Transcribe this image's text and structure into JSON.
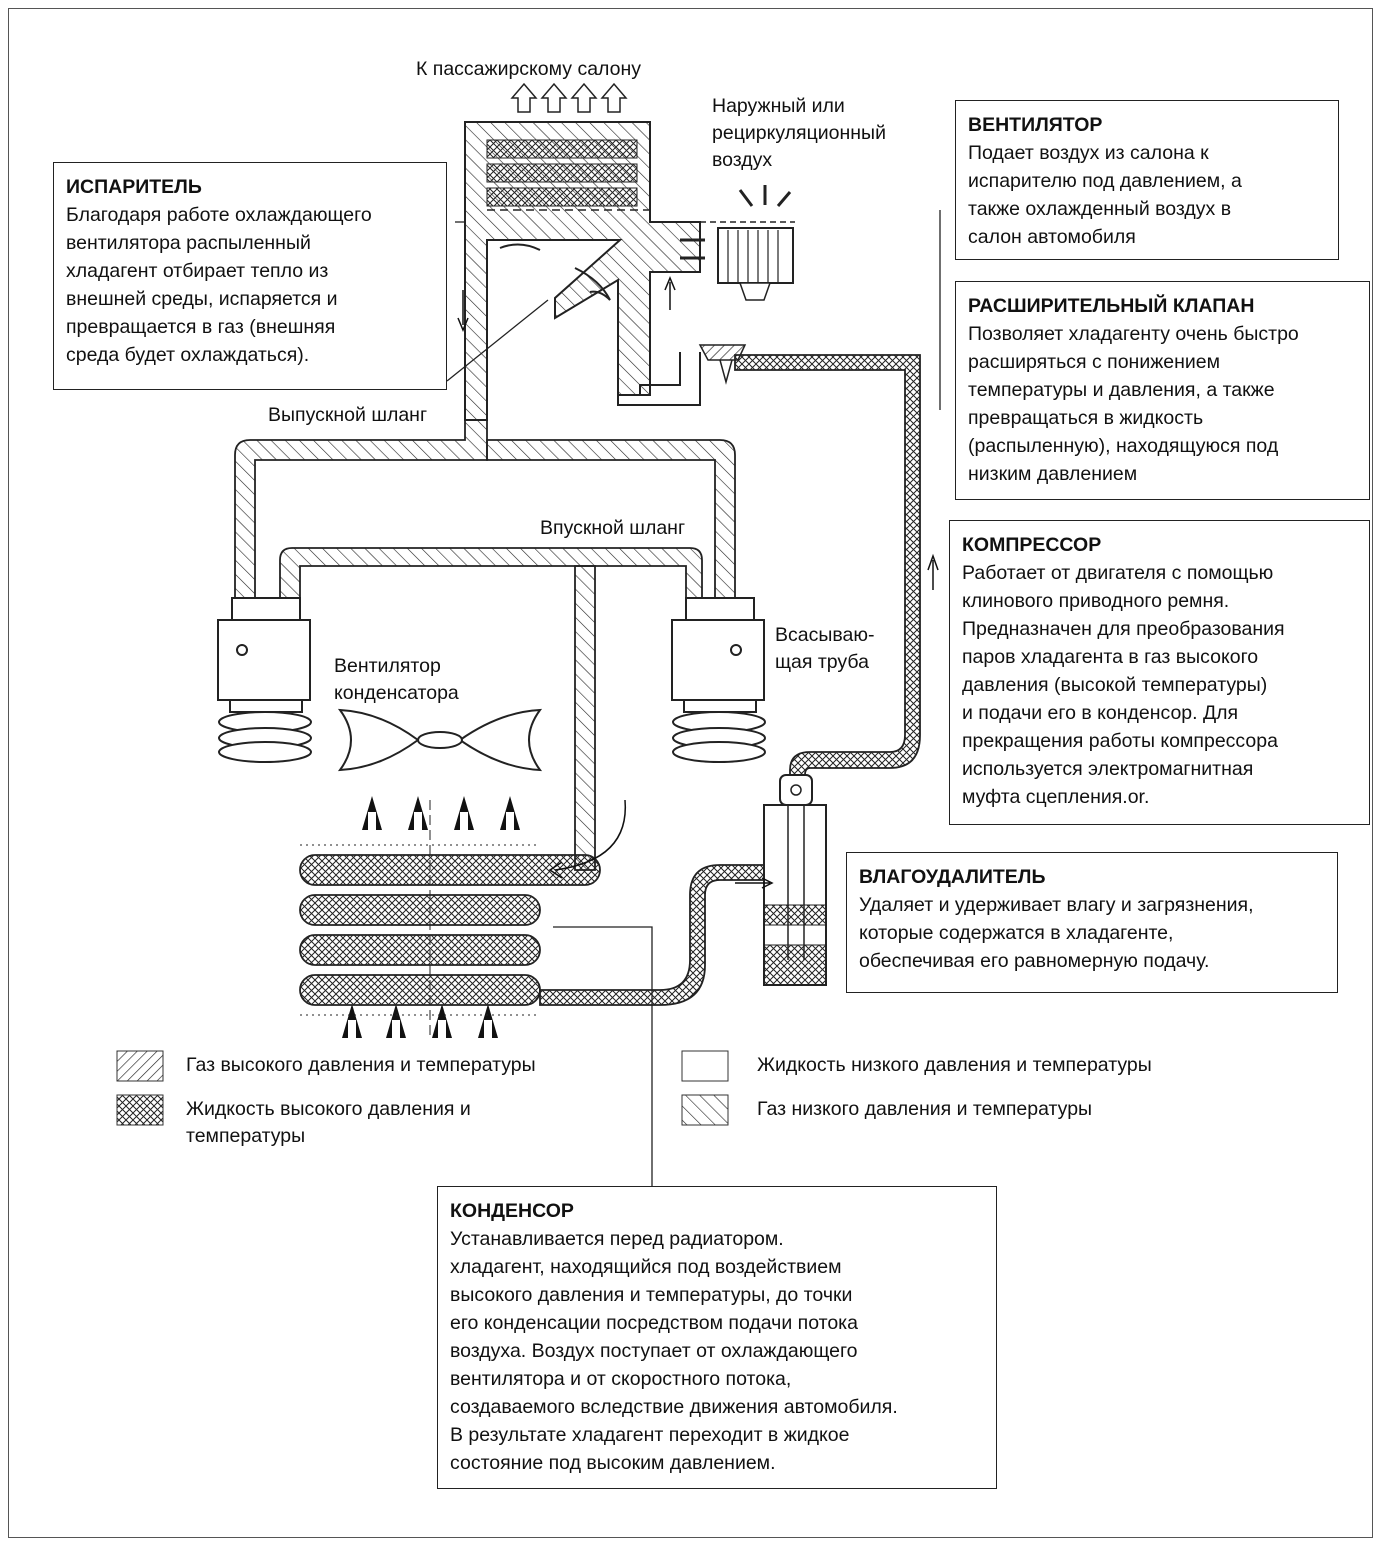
{
  "boxes": {
    "evaporator": {
      "title": "ИСПАРИТЕЛЬ",
      "text": "Благодаря работе охлаждающего\nвентилятора распыленный\nхладагент отбирает тепло из\nвнешней среды,  испаряется и\nпревращается в газ (внешняя\nсреда будет охлаждаться)."
    },
    "blower": {
      "title": "ВЕНТИЛЯТОР",
      "text": "Подает воздух из салона к\nиспарителю под давлением, а\nтакже охлажденный воздух в\nсалон автомобиля"
    },
    "expansion_valve": {
      "title": "РАСШИРИТЕЛЬНЫЙ КЛАПАН",
      "text": "Позволяет хладагенту очень быстро\nрасширяться с понижением\nтемпературы и давления, а также\nпревращаться в жидкость\n(распыленную), находящуюся под\nнизким давлением"
    },
    "compressor": {
      "title": "КОМПРЕССОР",
      "text": "Работает от двигателя с помощью\nклинового приводного ремня.\nПредназначен для преобразования\nпаров хладагента в газ высокого\nдавления (высокой температуры)\nи подачи его в конденсор. Для\nпрекращения работы компрессора\nиспользуется электромагнитная\nмуфта сцепления.or."
    },
    "receiver_drier": {
      "title": "ВЛАГОУДАЛИТЕЛЬ",
      "text": "Удаляет и удерживает влагу и загрязнения,\nкоторые содержатся в хладагенте,\nобеспечивая его равномерную подачу."
    },
    "condenser": {
      "title": "КОНДЕНСОР",
      "text": "Устанавливается перед радиатором.\nхладагент, находящийся под воздействием\nвысокого давления и температуры, до точки\nего конденсации посредством подачи потока\nвоздуха. Воздух поступает от охлаждающего\nвентилятора и от скоростного потока,\nсоздаваемого вследствие движения автомобиля.\nВ результате хладагент переходит в жидкое\nсостояние под высоким давлением."
    }
  },
  "labels": {
    "to_cabin": "К пассажирскому салону",
    "outside_air": "Наружный или\nрециркуляционный\nвоздух",
    "discharge_hose": "Выпускной шланг",
    "intake_hose": "Впускной шланг",
    "suction_pipe": "Всасываю-\nщая труба",
    "condenser_fan": "Вентилятор\nконденсатора"
  },
  "legend": {
    "hp_gas": "Газ высокого давления и температуры",
    "hp_liquid": "Жидкость высокого давления и\nтемпературы",
    "lp_liquid": "Жидкость низкого давления и температуры",
    "lp_gas": "Газ низкого давления и температуры"
  }
}
